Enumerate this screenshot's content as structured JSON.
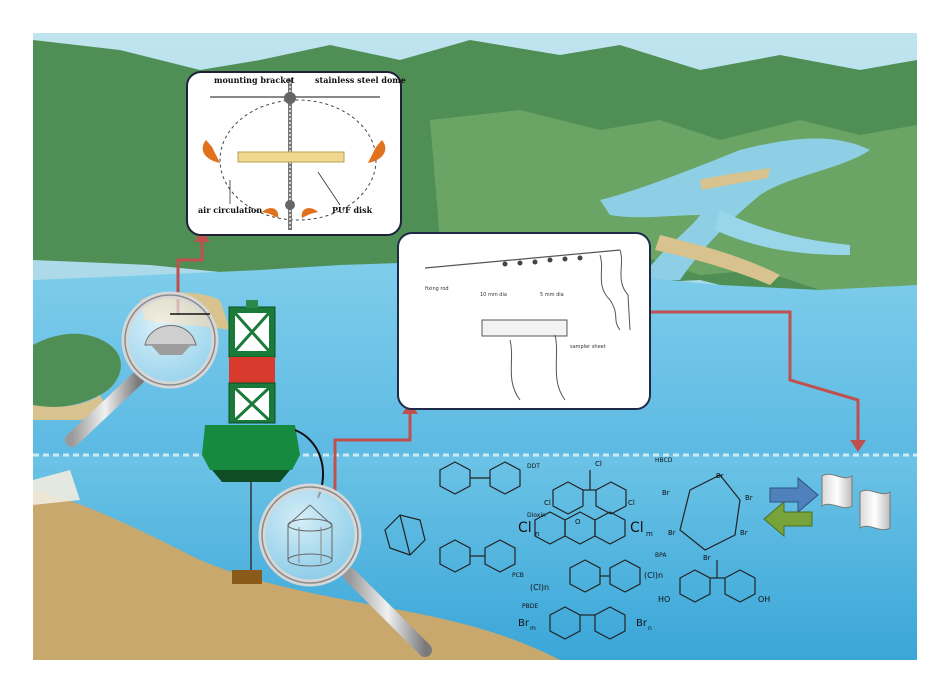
{
  "inset_passive_air": {
    "mounting_bracket": "mounting bracket",
    "stainless_steel_dome": "stainless steel dome",
    "air_circulation": "air circulation",
    "puf_disk": "PUF disk"
  },
  "chemicals": {
    "ddt": "DDT",
    "dioxin": "Dioxin",
    "hbcd": "HBCD",
    "pcb": "PCB",
    "bpa": "BPA",
    "pbde": "PBDE",
    "cl_n": "Cl",
    "cl_m": "Cl",
    "n_sub": "n",
    "m_sub": "m",
    "cl_paren_n": "(Cl)n",
    "br_label": "Br",
    "ho_label": "HO",
    "oh_label": "OH",
    "cl_atom": "Cl",
    "o_atom": "O"
  },
  "colors": {
    "sky": "#9fd3e4",
    "water": "#5bb9e0",
    "land": "#5f9a63",
    "sand": "#c9a86e",
    "buoy_green": "#1a7a3a",
    "buoy_red": "#d93a2e",
    "arrow_red": "#c0504d",
    "arrow_blue": "#4f81bd",
    "arrow_green": "#77a33b"
  },
  "icons": {
    "magnifier_air": "magnifier-icon",
    "magnifier_water": "magnifier-icon",
    "exchange_arrows": "exchange-arrows-icon",
    "sampler_sheets": "polyethylene-sheet-icon"
  }
}
